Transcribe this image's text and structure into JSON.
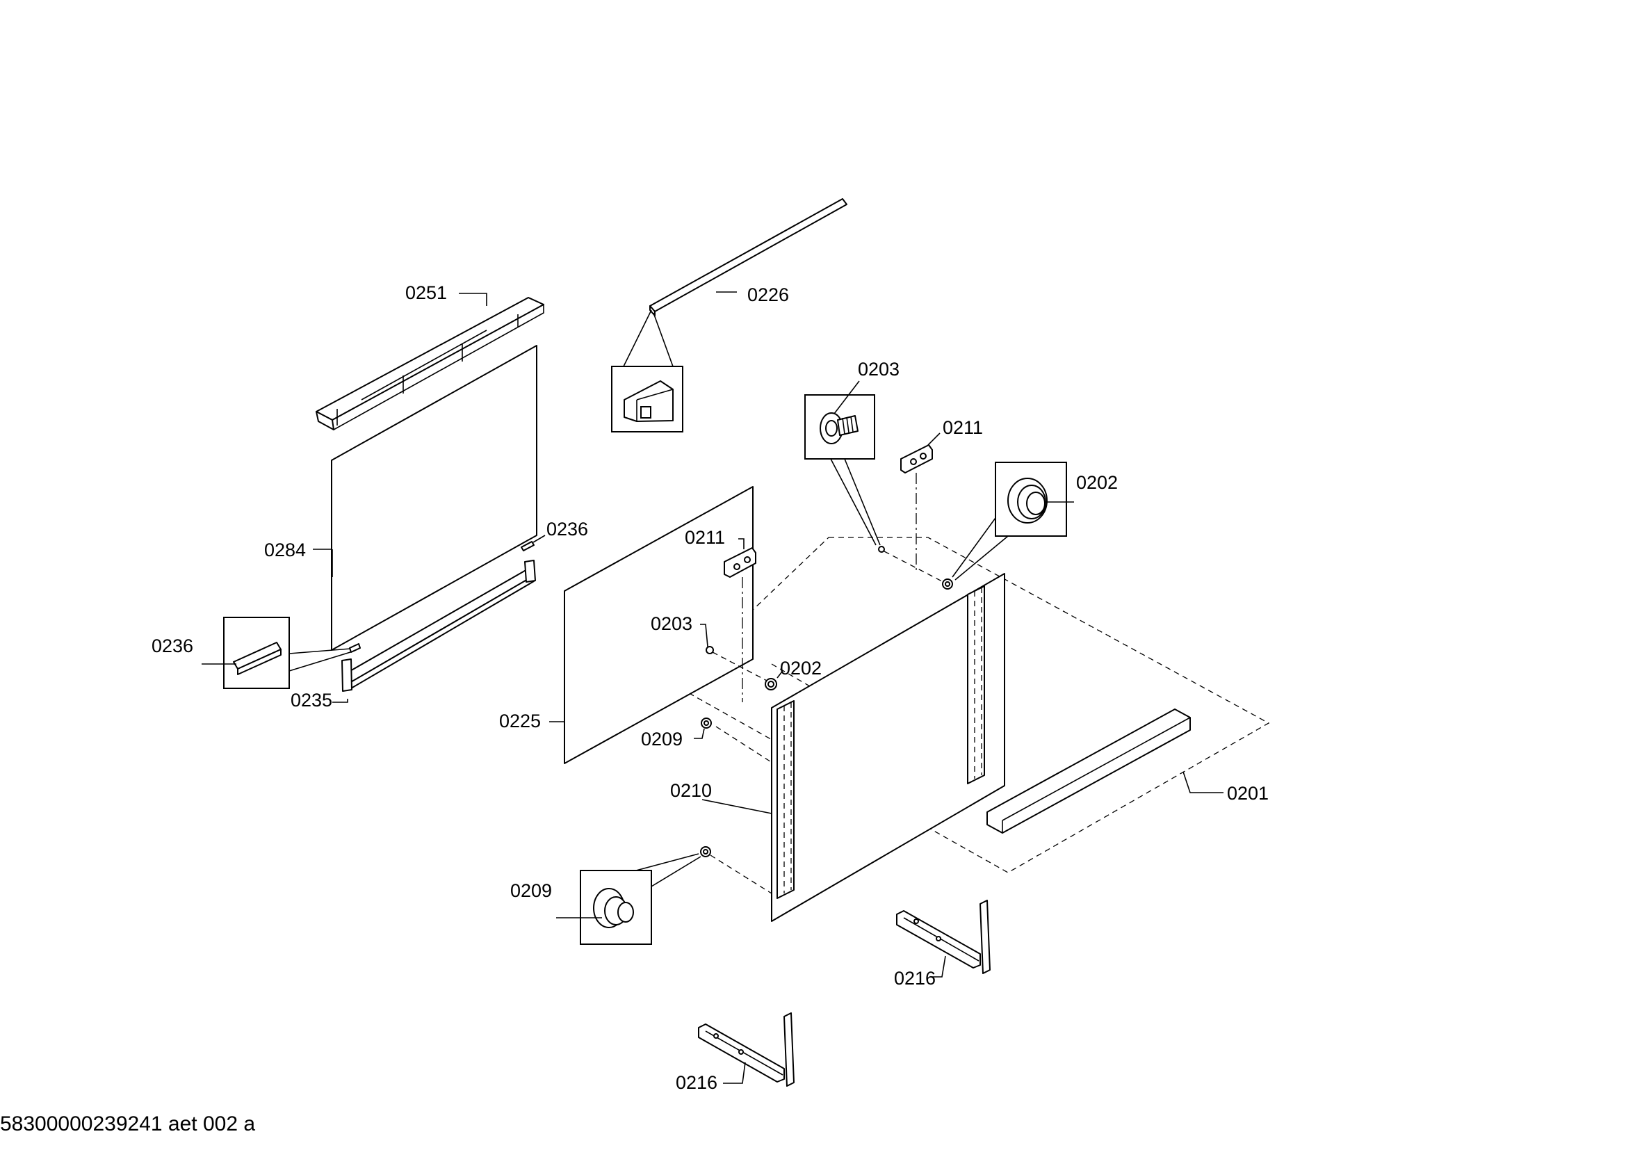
{
  "diagram": {
    "labels": {
      "p0251": "0251",
      "p0226": "0226",
      "p0203_top": "0203",
      "p0211_top": "0211",
      "p0202_top": "0202",
      "p0284": "0284",
      "p0236_right": "0236",
      "p0236_left": "0236",
      "p0235": "0235",
      "p0211_mid": "0211",
      "p0203_mid": "0203",
      "p0202_mid": "0202",
      "p0225": "0225",
      "p0209_mid": "0209",
      "p0210": "0210",
      "p0201": "0201",
      "p0209_low": "0209",
      "p0216_right": "0216",
      "p0216_low": "0216"
    }
  },
  "footer": {
    "doc_id": "58300000239241 aet 002 a"
  }
}
